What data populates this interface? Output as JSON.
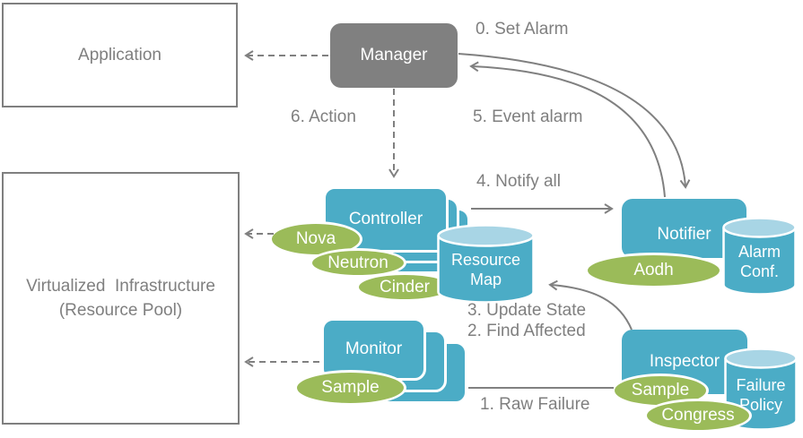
{
  "colors": {
    "blue": "#4BACC6",
    "blue_light": "#A8D5E5",
    "green": "#9BBB59",
    "gray_fill": "#808080",
    "gray_text": "#7F7F7F",
    "arrow": "#808080"
  },
  "boxes": {
    "application": "Application",
    "virtualized_infrastructure": "Virtualized  Infrastructure\n(Resource Pool)",
    "manager": "Manager",
    "controller": "Controller",
    "monitor": "Monitor",
    "notifier": "Notifier",
    "inspector": "Inspector"
  },
  "cylinders": {
    "resource_map": "Resource\nMap",
    "alarm_conf": "Alarm\nConf.",
    "failure_policy": "Failure\nPolicy"
  },
  "ellipses": {
    "nova": "Nova",
    "neutron": "Neutron",
    "cinder": "Cinder",
    "aodh": "Aodh",
    "sample_monitor": "Sample",
    "sample_inspector": "Sample",
    "congress": "Congress"
  },
  "labels": {
    "step0": "0. Set Alarm",
    "step1": "1. Raw Failure",
    "step2": "2. Find Affected",
    "step3": "3. Update State",
    "step4": "4. Notify all",
    "step5": "5. Event alarm",
    "step6": "6. Action"
  }
}
